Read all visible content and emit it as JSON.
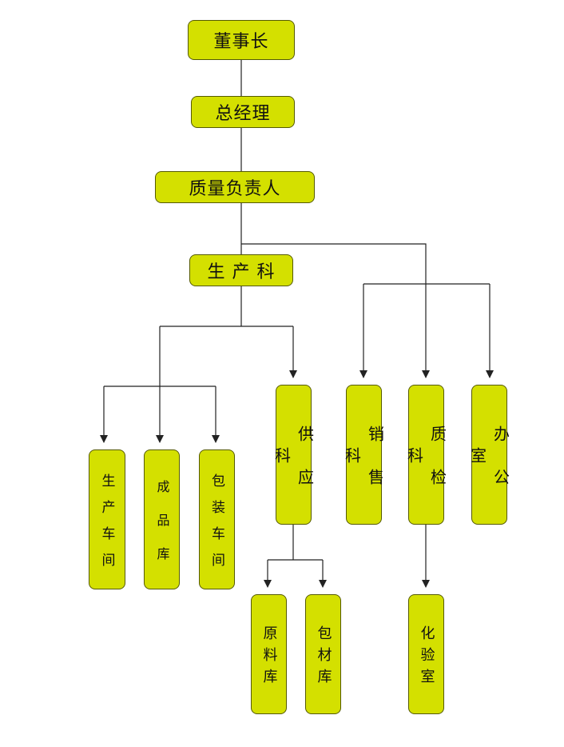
{
  "nodes": {
    "chairman": "董事长",
    "general_manager": "总经理",
    "quality_head": "质量负责人",
    "production_dept": "生 产 科",
    "supply_dept": "供应科",
    "sales_dept": "销售科",
    "qc_dept": "质检科",
    "office": "办公室",
    "production_workshop": "生产车间",
    "finished_goods_store": "成品库",
    "packaging_workshop": "包装车间",
    "raw_material_store": "原料库",
    "packaging_material_store": "包材库",
    "laboratory": "化验室"
  },
  "colors": {
    "node_fill": "#d4e000",
    "node_border": "#555a00",
    "connector": "#222222"
  }
}
